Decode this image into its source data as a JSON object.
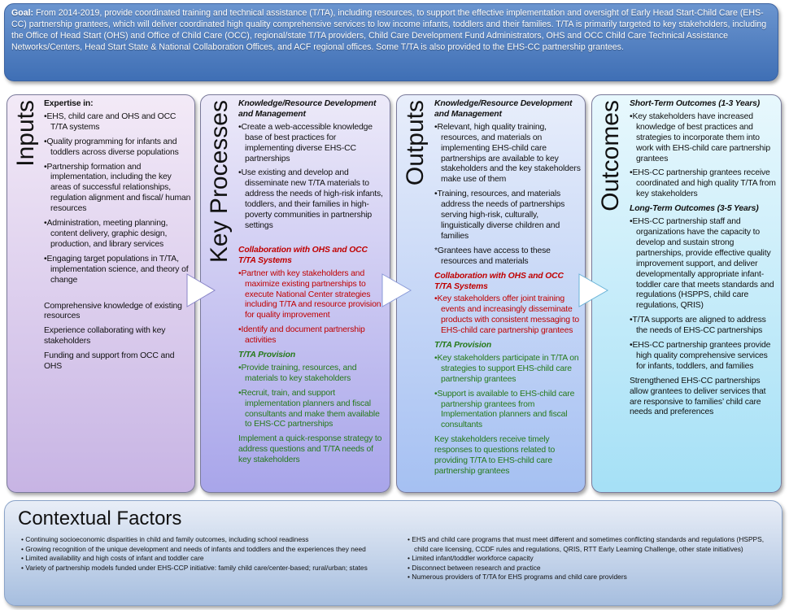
{
  "goal": {
    "label": "Goal:",
    "text": "From 2014-2019, provide coordinated training and technical assistance (T/TA), including resources, to support the effective implementation and oversight of Early Head Start-Child Care (EHS-CC) partnership grantees, which will deliver coordinated high quality comprehensive services to low income infants, toddlers and their families. T/TA is primarily targeted to key stakeholders, including the Office of Head Start (OHS) and Office of Child Care (OCC), regional/state T/TA providers, Child Care Development Fund Administrators, OHS and OCC Child Care Technical Assistance Networks/Centers, Head Start State & National Collaboration Offices, and ACF regional offices. Some T/TA is also provided to the EHS-CC partnership grantees."
  },
  "columns": [
    {
      "title": "Inputs",
      "sections": [
        {
          "heading": "Expertise in:",
          "style": "plain",
          "color": "black",
          "items": [
            {
              "b": "•",
              "t": "EHS, child care  and OHS and OCC T/TA systems"
            },
            {
              "b": "•",
              "t": "Quality programming for infants and toddlers across diverse populations"
            },
            {
              "b": "•",
              "t": "Partnership formation and implementation, including the key areas of successful relationships, regulation alignment and fiscal/ human resources"
            },
            {
              "b": "•",
              "t": "Administration, meeting planning, content delivery, graphic design, production, and library services"
            },
            {
              "b": "•",
              "t": "Engaging target populations in T/TA, implementation science, and theory of change"
            },
            {
              "b": "",
              "t": "Comprehensive knowledge of existing resources",
              "gap": true
            },
            {
              "b": "",
              "t": "Experience collaborating with key stakeholders"
            },
            {
              "b": "",
              "t": "Funding and support from OCC and OHS"
            }
          ]
        }
      ]
    },
    {
      "title": "Key Processes",
      "sections": [
        {
          "heading": "Knowledge/Resource Development and Management",
          "color": "black",
          "items": [
            {
              "b": "•",
              "t": "Create a web-accessible knowledge base of best practices for implementing diverse EHS-CC partnerships"
            },
            {
              "b": "•",
              "t": "Use existing and develop and disseminate new T/TA materials to address the needs of high-risk infants, toddlers, and their families in high-poverty communities in partnership settings"
            }
          ]
        },
        {
          "heading": "Collaboration with OHS and OCC T/TA Systems",
          "color": "red",
          "gap": true,
          "items": [
            {
              "b": "•",
              "t": "Partner with key stakeholders and maximize existing partnerships to execute National Center strategies including T/TA and resource provision for quality improvement"
            },
            {
              "b": "•",
              "t": "Identify and document partnership activities"
            }
          ]
        },
        {
          "heading": "T/TA Provision",
          "color": "green",
          "items": [
            {
              "b": "•",
              "t": "Provide training, resources, and materials to key stakeholders"
            },
            {
              "b": "•",
              "t": "Recruit, train, and support implementation planners and fiscal consultants and make them available to EHS-CC partnerships"
            },
            {
              "b": "",
              "t": "Implement a quick-response strategy to address questions and T/TA needs of key stakeholders"
            }
          ]
        }
      ]
    },
    {
      "title": "Outputs",
      "sections": [
        {
          "heading": "Knowledge/Resource Development and Management",
          "color": "black",
          "items": [
            {
              "b": "•",
              "t": "Relevant, high quality training, resources, and materials on implementing EHS-child care partnerships are available to key stakeholders and the key stakeholders make use of them"
            },
            {
              "b": "•",
              "t": "Training, resources, and materials address the needs of partnerships serving high-risk, culturally, linguistically diverse children and families"
            },
            {
              "b": "*",
              "t": "Grantees have access to these resources and materials"
            }
          ]
        },
        {
          "heading": "Collaboration with OHS and OCC T/TA Systems",
          "color": "red",
          "items": [
            {
              "b": "•",
              "t": "Key stakeholders offer joint training events and increasingly disseminate products with consistent messaging to EHS-child care partnership grantees"
            }
          ]
        },
        {
          "heading": "T/TA Provision",
          "color": "green",
          "items": [
            {
              "b": "•",
              "t": "Key stakeholders participate in T/TA on strategies to support EHS-child care partnership grantees"
            },
            {
              "b": "•",
              "t": "Support is available to EHS-child care partnership grantees from Implementation planners and fiscal consultants"
            },
            {
              "b": "",
              "t": "Key stakeholders receive timely responses to questions related to providing T/TA to EHS-child care partnership grantees"
            }
          ]
        }
      ]
    },
    {
      "title": "Outcomes",
      "sections": [
        {
          "heading": "Short-Term Outcomes (1-3 Years)",
          "color": "black",
          "items": [
            {
              "b": "•",
              "t": "Key stakeholders have increased knowledge of best practices and strategies to incorporate them into work with EHS-child care partnership grantees"
            },
            {
              "b": "•",
              "t": "EHS-CC partnership grantees receive coordinated and high quality T/TA from key stakeholders"
            }
          ]
        },
        {
          "heading": "Long-Term Outcomes (3-5 Years)",
          "color": "black",
          "items": [
            {
              "b": "•",
              "t": "EHS-CC partnership staff and organizations have the capacity to develop and sustain strong partnerships, provide effective quality improvement support, and deliver developmentally appropriate infant-toddler care that meets standards and regulations (HSPPS, child care regulations, QRIS)"
            },
            {
              "b": "•",
              "t": "T/TA supports are aligned to address the needs of EHS-CC partnerships"
            },
            {
              "b": "•",
              "t": "EHS-CC partnership grantees provide high quality comprehensive services for infants, toddlers, and families"
            },
            {
              "b": "",
              "t": "Strengthened EHS-CC partnerships allow grantees to deliver services that are responsive to families’ child care needs and preferences"
            }
          ]
        }
      ]
    }
  ],
  "context": {
    "title": "Contextual Factors",
    "left": [
      "Continuing socioeconomic disparities in child and family outcomes, including school readiness",
      "Growing recognition of the unique development and needs of infants and toddlers and   the experiences they need",
      "Limited availability and high costs of infant and toddler care",
      "Variety of partnership models funded under EHS-CCP initiative: family child care/center-based; rural/urban; states"
    ],
    "right": [
      "EHS and child care programs that must meet different and sometimes conflicting standards and regulations (HSPPS, child care licensing, CCDF rules and regulations, QRIS, RTT Early Learning Challenge, other state initiatives)",
      "Limited infant/toddler workforce capacity",
      "Disconnect between research and practice",
      "Numerous providers of T/TA for EHS programs and child care providers"
    ]
  },
  "colors": {
    "red": "#c00000",
    "green": "#267a1a"
  }
}
